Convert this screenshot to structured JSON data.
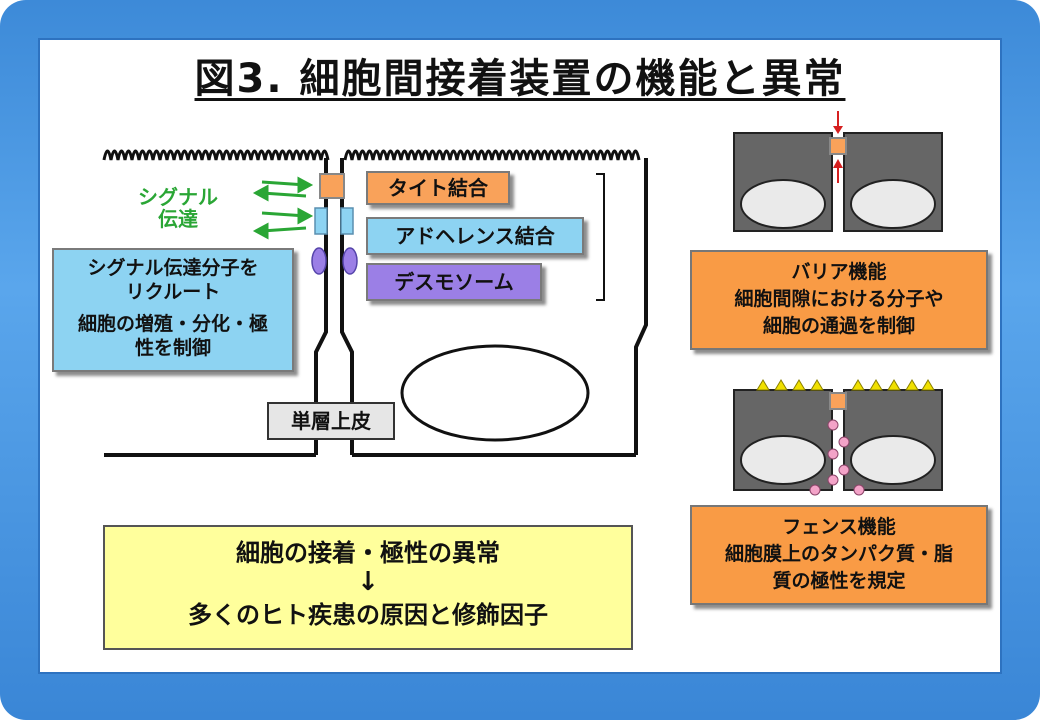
{
  "title": "図3. 細胞間接着装置の機能と異常",
  "signal_label": [
    "シグナル",
    "伝達"
  ],
  "junctions": {
    "tight": "タイト結合",
    "adherens": "アドヘレンス結合",
    "desmosome": "デスモソーム"
  },
  "recruit_box": {
    "line1": "シグナル伝達分子を",
    "line2": "リクルート",
    "line3": "細胞の増殖・分化・極",
    "line4": "性を制御"
  },
  "epithelium_label": "単層上皮",
  "summary": {
    "line1": "細胞の接着・極性の異常",
    "arrow": "↓",
    "line2": "多くのヒト疾患の原因と修飾因子"
  },
  "barrier": {
    "title": "バリア機能",
    "line1": "細胞間隙における分子や",
    "line2": "細胞の通過を制御"
  },
  "fence": {
    "title": "フェンス機能",
    "line1": "細胞膜上のタンパク質・脂",
    "line2": "質の極性を規定"
  },
  "colors": {
    "frame_blue": "#3d8ad8",
    "signal_green": "#2aa635",
    "tight_orange": "#f9a25a",
    "adherens_blue": "#8dd3f2",
    "desmosome_purple": "#9b7fe6",
    "summary_yellow": "#ffff9c"
  }
}
